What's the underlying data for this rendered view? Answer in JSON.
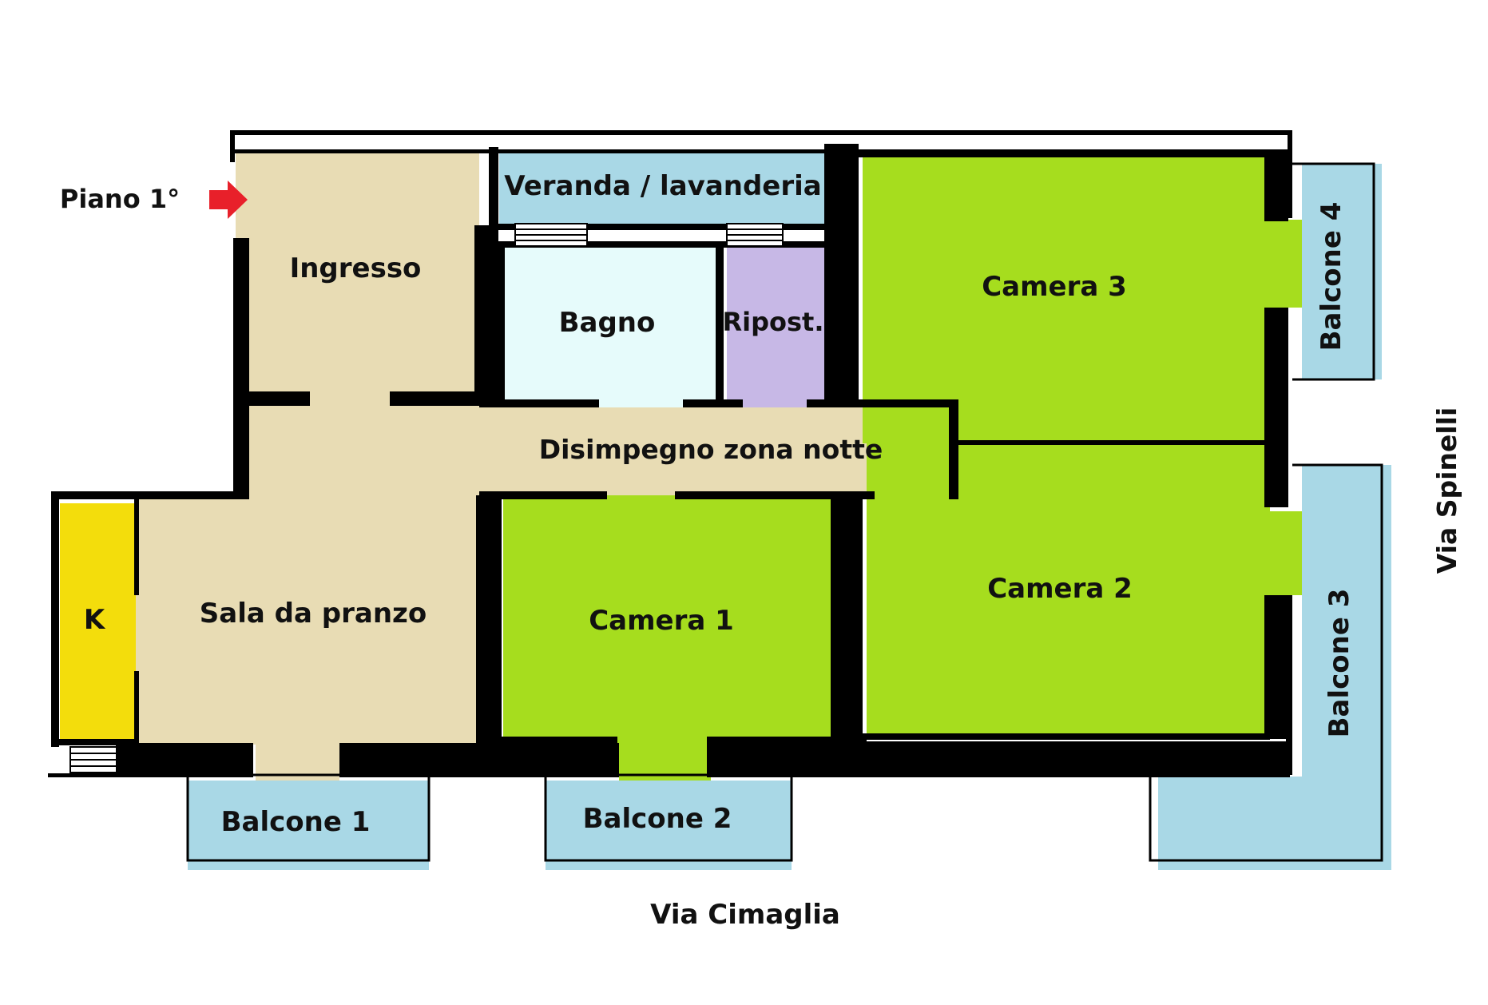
{
  "floor_label": "Piano 1°",
  "streets": {
    "bottom": "Via Cimaglia",
    "right": "Via Spinelli"
  },
  "rooms": {
    "ingresso": "Ingresso",
    "veranda": "Veranda / lavanderia",
    "bagno": "Bagno",
    "ripostiglio": "Ripost.",
    "camera3": "Camera 3",
    "disimpegno": "Disimpegno zona notte",
    "camera1": "Camera 1",
    "camera2": "Camera 2",
    "sala": "Sala da pranzo",
    "cucina": "K"
  },
  "balconies": {
    "b1": "Balcone 1",
    "b2": "Balcone 2",
    "b3": "Balcone 3",
    "b4": "Balcone 4"
  },
  "colors": {
    "common_area": "#e8dcb4",
    "bedrooms": "#a6dd1e",
    "balconies": "#a9d8e6",
    "bathroom": "#e6fbfb",
    "storage": "#c7b8e6",
    "kitchen": "#f3dd0c",
    "walls": "#000000",
    "entrance_arrow": "#e8202a"
  },
  "icons": {
    "entrance": "arrow-right-icon",
    "stairs": "stair-steps-icon"
  }
}
